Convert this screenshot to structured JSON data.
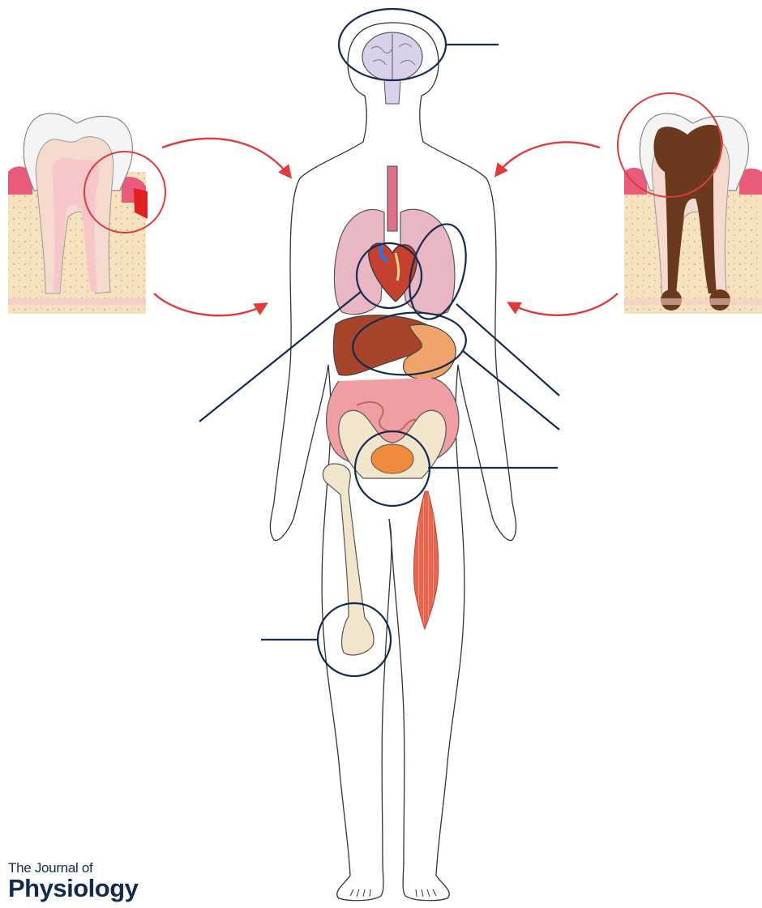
{
  "colors": {
    "outline": "#333333",
    "leader_line": "#16294f",
    "arrow": "#e03a3a",
    "gum": "#e85b7a",
    "enamel": "#f4f4f4",
    "dentin": "#f6d9cf",
    "pulp_healthy": "#f7c6c8",
    "pulp_decayed": "#6b3a1e",
    "bone": "#f5deb3",
    "brain": "#d9d1ea",
    "lung": "#e9b7c4",
    "liver": "#a7442c",
    "stomach": "#f0a46b",
    "intestine": "#ef9fa3",
    "muscle": "#e8654f",
    "skeleton": "#f1e6cc"
  },
  "icons": [
    "healthy-tooth-with-gum-disease",
    "decayed-tooth-with-root-infection",
    "human-body-outline",
    "brain",
    "lungs",
    "heart",
    "liver",
    "stomach",
    "intestines",
    "pelvis",
    "femur",
    "skeletal-muscle"
  ],
  "brand": {
    "line1": "The Journal of",
    "line2": "Physiology"
  }
}
